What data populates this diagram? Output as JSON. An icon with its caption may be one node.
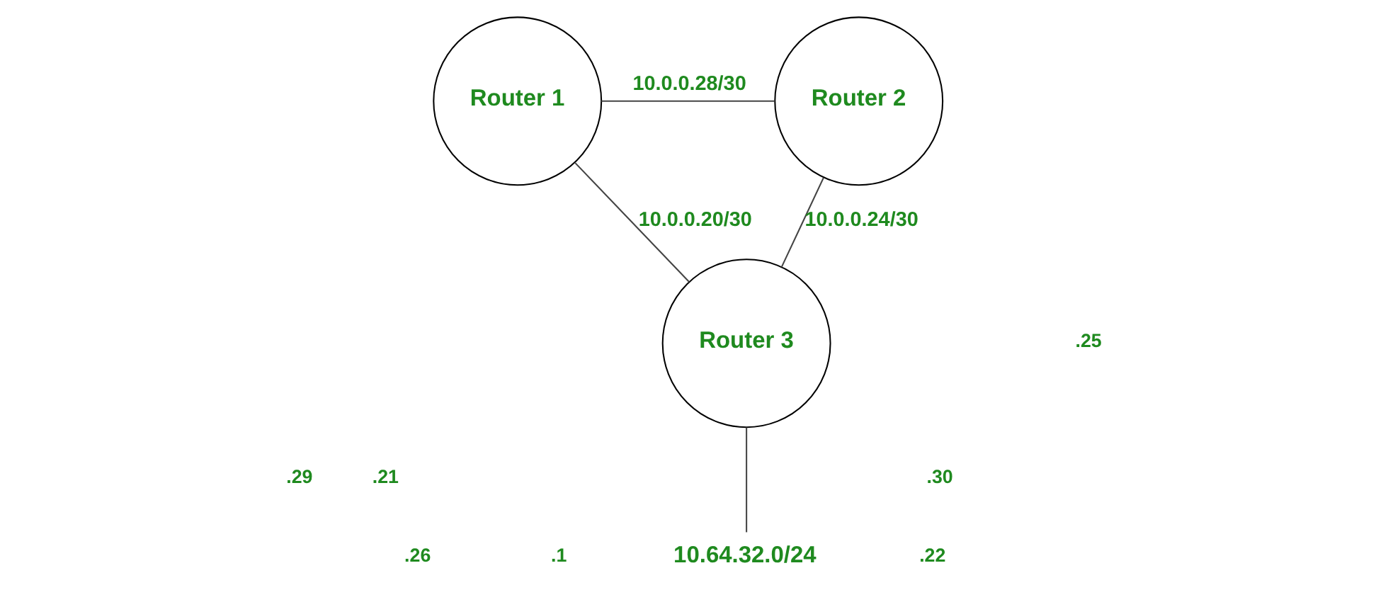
{
  "diagram": {
    "nodes": [
      {
        "text": [
          "Router 1"
        ]
      },
      {
        "text": [
          "Router 2"
        ]
      },
      {
        "text": [
          "Router 3"
        ]
      },
      {
        "text": [
          "10.64.32.0/24"
        ]
      }
    ],
    "edges": [
      {
        "from": 0,
        "to": 1,
        "arrow": "none",
        "label": "10.0.0.28/30"
      },
      {
        "from": 0,
        "to": 2,
        "arrow": "none",
        "label": "10.0.0.20/30"
      },
      {
        "from": 1,
        "to": 2,
        "arrow": "none",
        "label": "10.0.0.24/30"
      },
      {
        "from": 2,
        "to": 3,
        "arrow": "none"
      }
    ],
    "labels": [
      ".29",
      ".30",
      ".21",
      ".25",
      ".22",
      ".26",
      ".1"
    ]
  }
}
